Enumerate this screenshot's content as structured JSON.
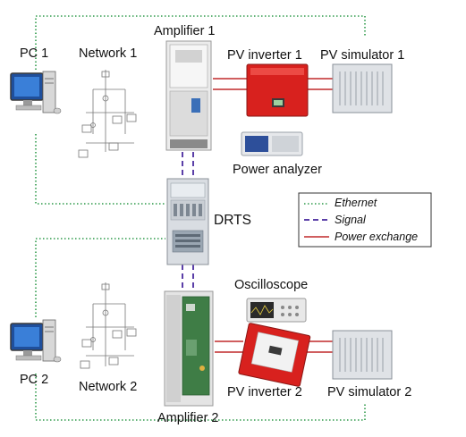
{
  "labels": {
    "pc1": "PC 1",
    "pc2": "PC 2",
    "network1": "Network 1",
    "network2": "Network 2",
    "amplifier1": "Amplifier 1",
    "amplifier2": "Amplifier 2",
    "pv_inverter1": "PV inverter 1",
    "pv_inverter2": "PV inverter 2",
    "pv_simulator1": "PV simulator 1",
    "pv_simulator2": "PV simulator 2",
    "power_analyzer": "Power analyzer",
    "oscilloscope": "Oscilloscope",
    "drts": "DRTS"
  },
  "legend": {
    "ethernet": "Ethernet",
    "signal": "Signal",
    "power": "Power exchange"
  },
  "colors": {
    "ethernet": "#2e9a4a",
    "signal": "#5b3fa8",
    "power": "#c0282a",
    "inverter_red": "#d8211e"
  }
}
